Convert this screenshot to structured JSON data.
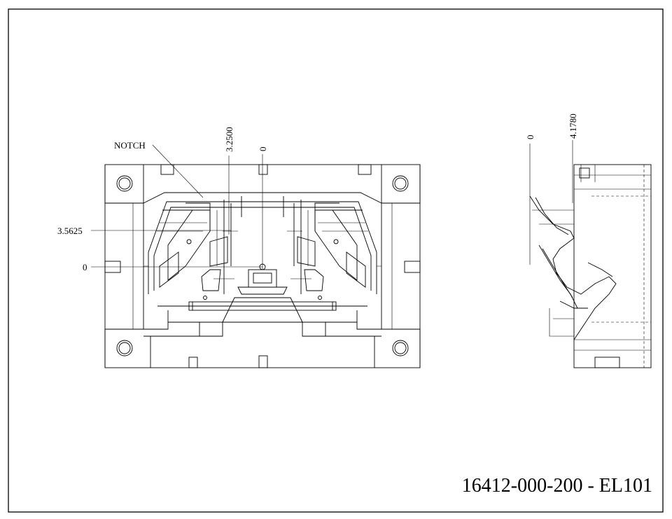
{
  "drawing": {
    "title_block": {
      "part_number": "16412-000-200",
      "separator": "-",
      "sheet": "EL101"
    },
    "front_view": {
      "notch_label": "NOTCH",
      "dim_top_1": "3.2500",
      "dim_top_2": "0",
      "dim_left_1": "3.5625",
      "dim_left_2": "0"
    },
    "side_view": {
      "dim_top_1": "0",
      "dim_top_2": "4.1780"
    }
  }
}
